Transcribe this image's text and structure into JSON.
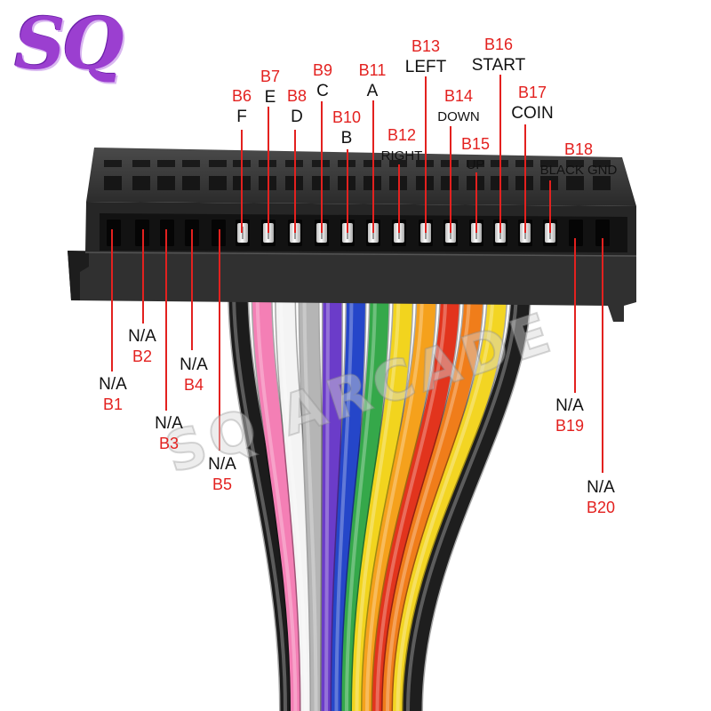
{
  "logo": {
    "text": "SQ"
  },
  "watermark": {
    "text": "SQ ARCADE"
  },
  "pins_used": [
    {
      "id": "B6",
      "function": "F"
    },
    {
      "id": "B7",
      "function": "E"
    },
    {
      "id": "B8",
      "function": "D"
    },
    {
      "id": "B9",
      "function": "C"
    },
    {
      "id": "B10",
      "function": "B"
    },
    {
      "id": "B11",
      "function": "A"
    },
    {
      "id": "B12",
      "function": "RIGHT"
    },
    {
      "id": "B13",
      "function": "LEFT"
    },
    {
      "id": "B14",
      "function": "DOWN"
    },
    {
      "id": "B15",
      "function": "UP"
    },
    {
      "id": "B16",
      "function": "START"
    },
    {
      "id": "B17",
      "function": "COIN"
    },
    {
      "id": "B18",
      "function": "BLACK GND"
    }
  ],
  "pins_unused": [
    {
      "id": "B1",
      "function": "N/A"
    },
    {
      "id": "B2",
      "function": "N/A"
    },
    {
      "id": "B3",
      "function": "N/A"
    },
    {
      "id": "B4",
      "function": "N/A"
    },
    {
      "id": "B5",
      "function": "N/A"
    },
    {
      "id": "B19",
      "function": "N/A"
    },
    {
      "id": "B20",
      "function": "N/A"
    }
  ],
  "colors": {
    "pin_id": "#e3211f",
    "function_text": "#111111",
    "logo": "#9b3fd0"
  },
  "wire_colors": [
    "#1c1c1c",
    "#f47fb5",
    "#f4f4f4",
    "#b5b5b5",
    "#6b3cc9",
    "#2546c9",
    "#35a84a",
    "#f2d41e",
    "#f5a11c",
    "#e2341d",
    "#f07d1a",
    "#f3d523",
    "#1e1e1e"
  ]
}
